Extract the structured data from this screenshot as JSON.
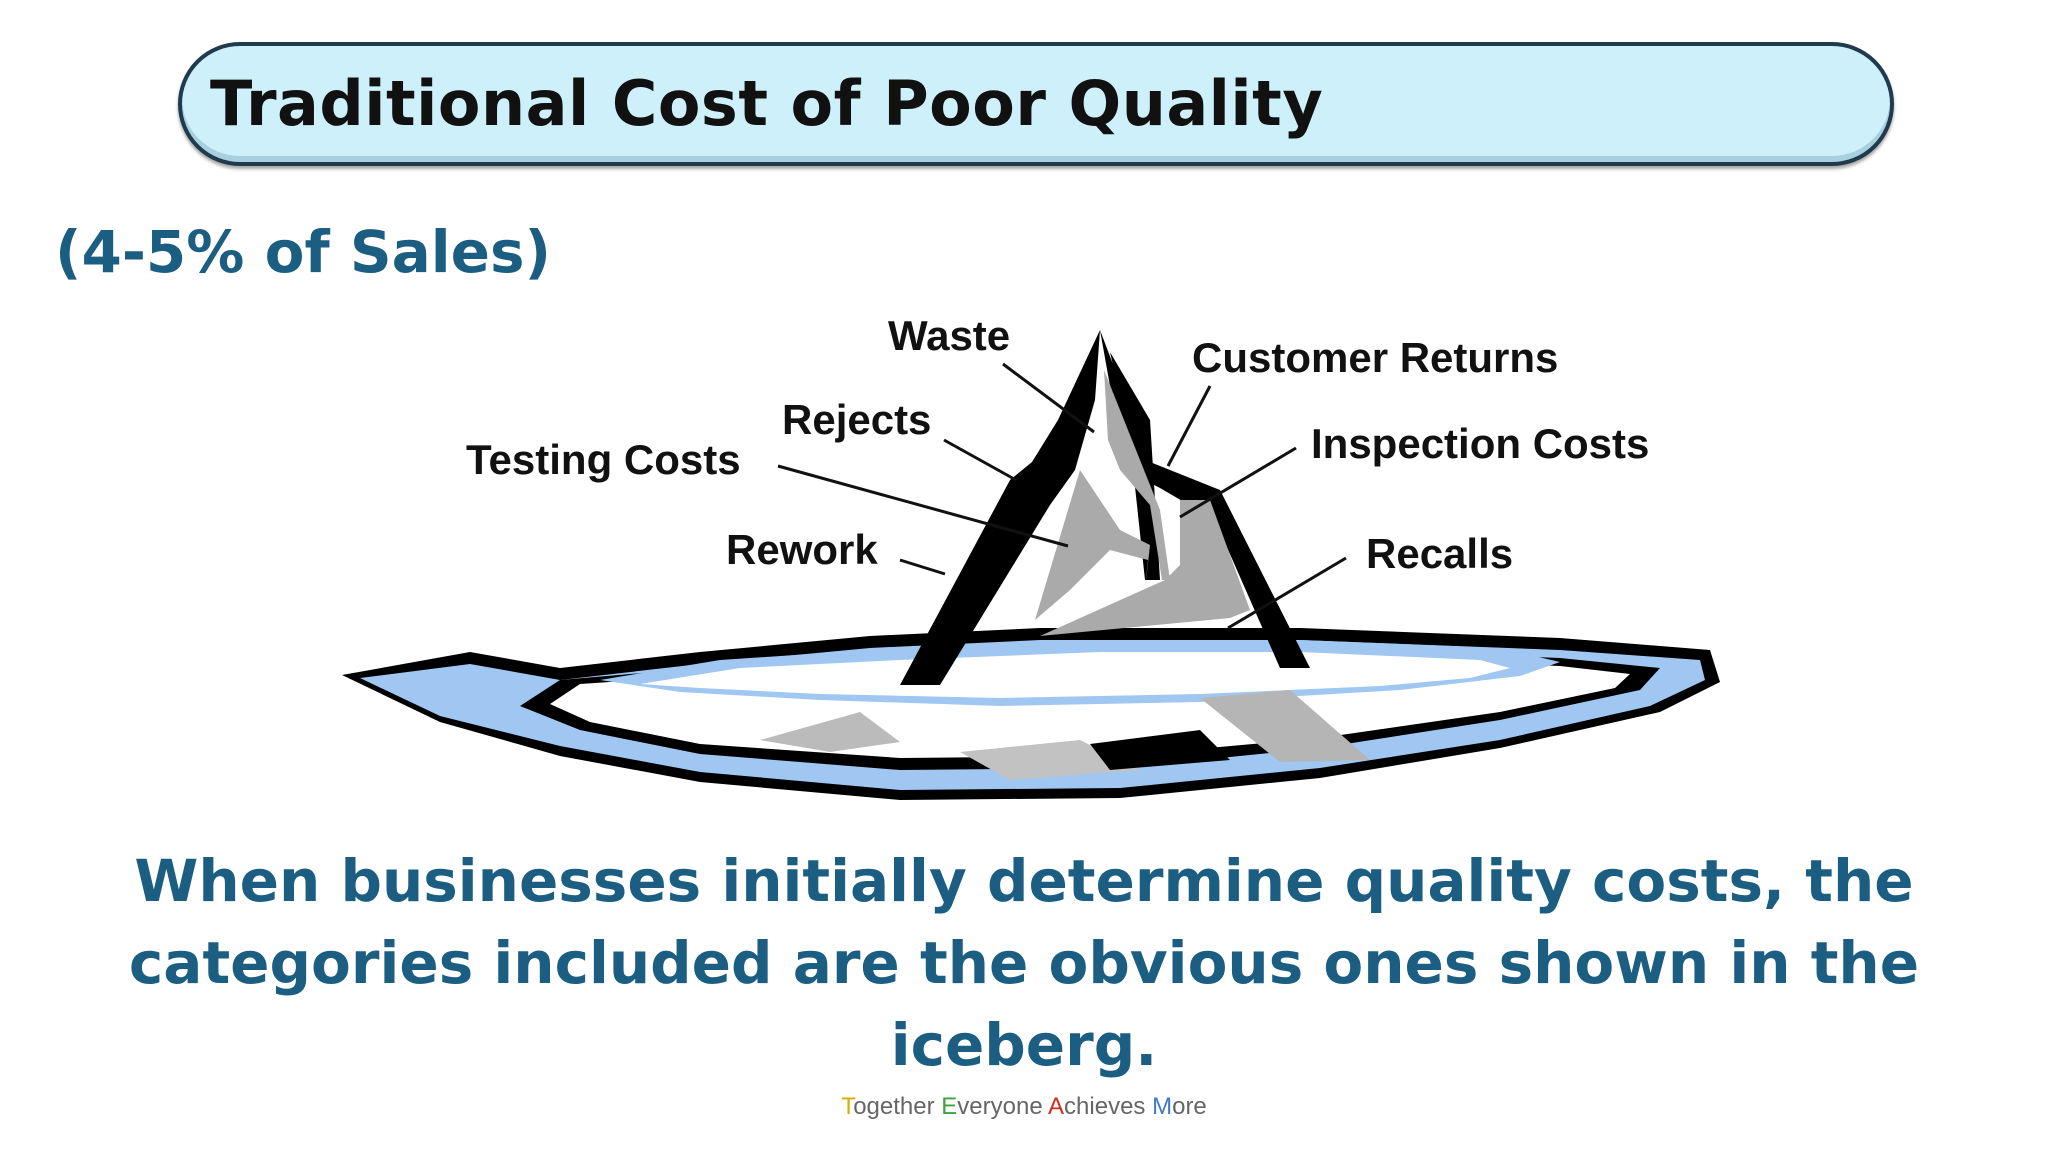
{
  "slide": {
    "title": "Traditional Cost of Poor Quality",
    "subtitle": "(4-5% of Sales)",
    "caption": "When businesses initially determine quality costs, the categories included are the obvious ones shown in the iceberg."
  },
  "iceberg": {
    "labels": {
      "waste": "Waste",
      "customer_returns": "Customer Returns",
      "rejects": "Rejects",
      "inspection_costs": "Inspection Costs",
      "testing_costs": "Testing Costs",
      "rework": "Rework",
      "recalls": "Recalls"
    }
  },
  "footer": {
    "t": "T",
    "t_rest": "ogether ",
    "e": "E",
    "e_rest": "veryone ",
    "a": "A",
    "a_rest": "chieves ",
    "m": "M",
    "m_rest": "ore"
  }
}
